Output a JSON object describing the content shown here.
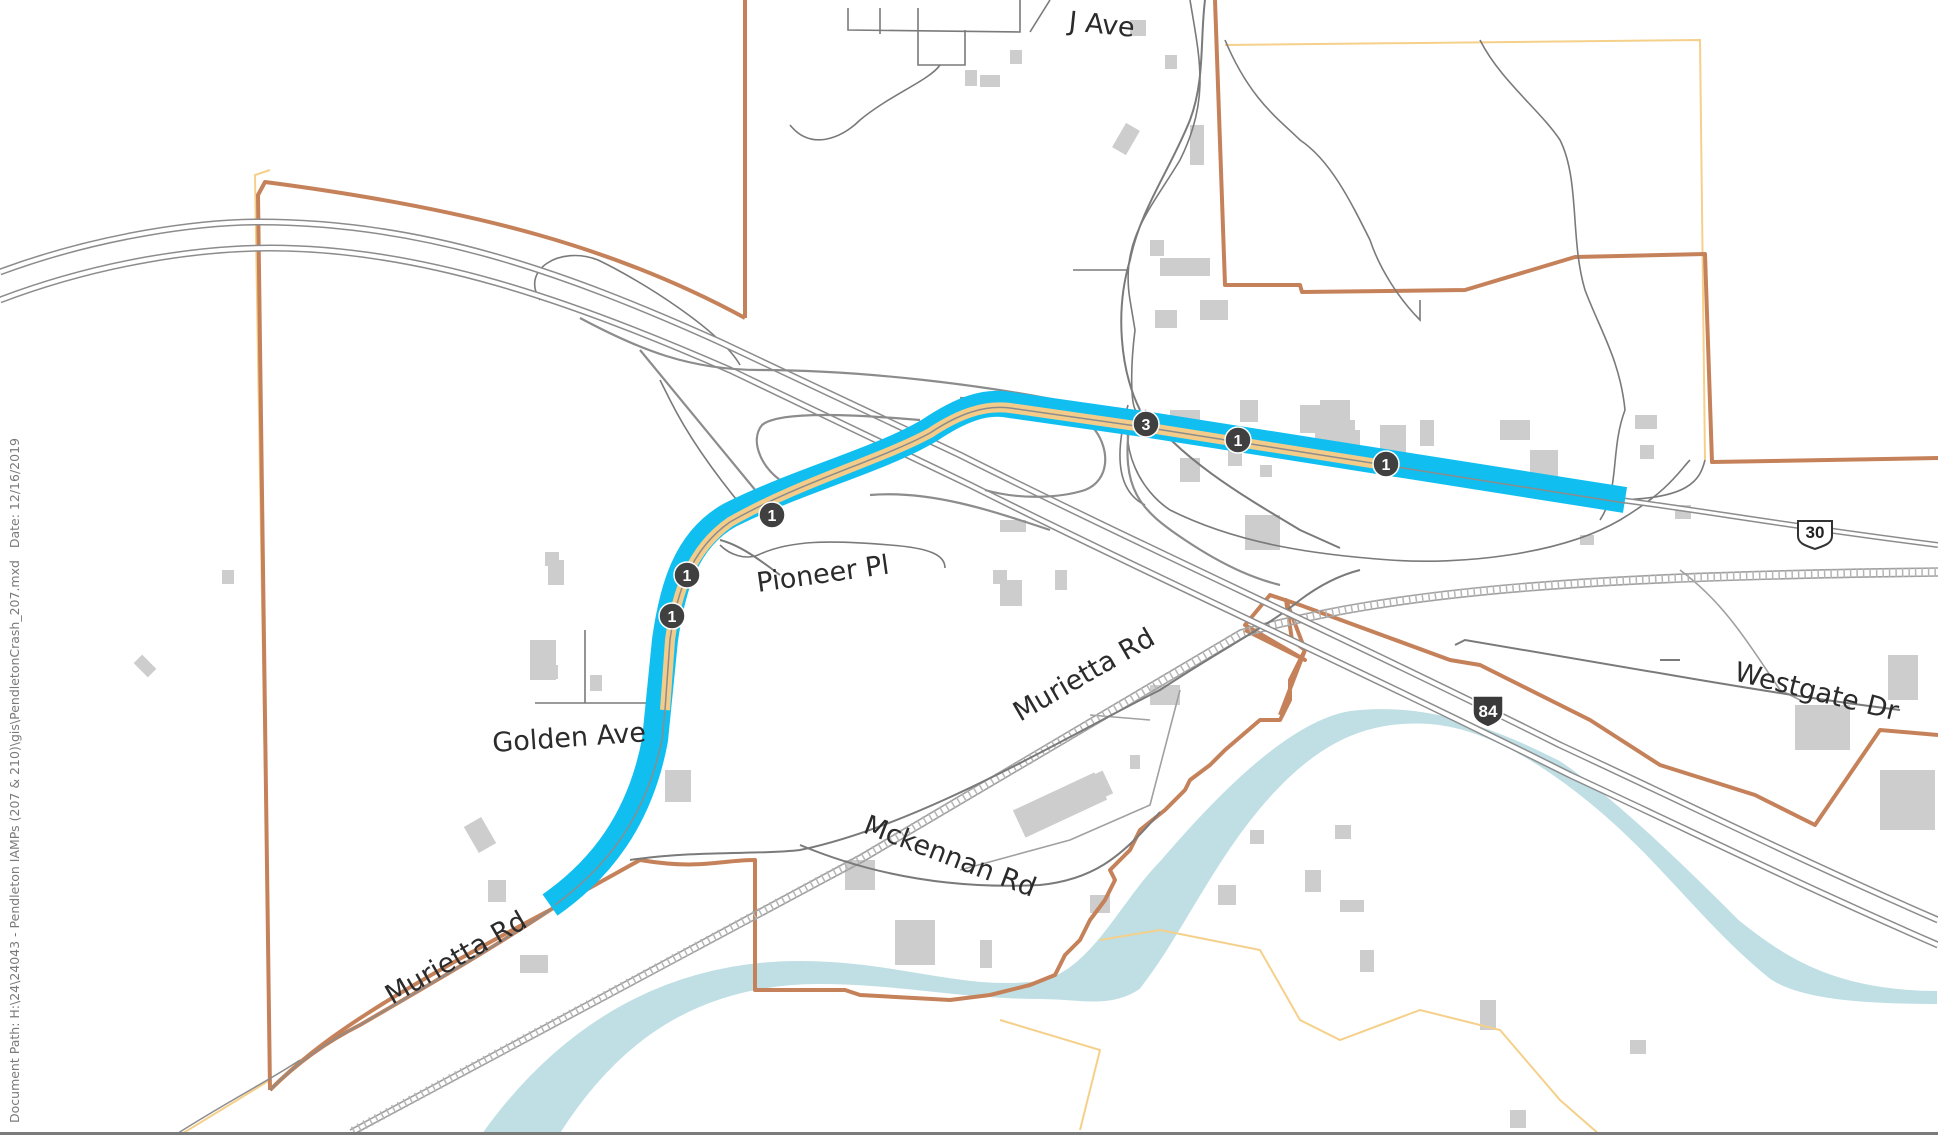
{
  "map": {
    "streets": {
      "j_ave": "J Ave",
      "pioneer_pl": "Pioneer Pl",
      "golden_ave": "Golden Ave",
      "murietta_rd_north": "Murietta Rd",
      "murietta_rd_south": "Murietta Rd",
      "mckennan_rd": "Mckennan Rd",
      "westgate_dr": "Westgate Dr"
    },
    "route_shields": {
      "us30": "30",
      "i84": "84"
    },
    "crash_markers": [
      {
        "id": "m1",
        "count": "1"
      },
      {
        "id": "m2",
        "count": "1"
      },
      {
        "id": "m3",
        "count": "1"
      },
      {
        "id": "m4",
        "count": "3"
      },
      {
        "id": "m5",
        "count": "1"
      },
      {
        "id": "m6",
        "count": "1"
      }
    ],
    "colors": {
      "highlight_corridor": "#10bff0",
      "corridor_core": "#f3cc8a",
      "city_limits": "#c5825a",
      "ugb_boundary": "#f5d08a",
      "river": "#bfdfe4",
      "road": "#7a7a7a",
      "building": "#cdcdcd",
      "marker": "#404040"
    }
  },
  "footer": {
    "document_path": "Document Path: H:\\24\\24043 - Pendleton IAMPs (207 & 210)\\gis\\PendletonCrash_207.mxd",
    "date": "Date: 12/16/2019"
  }
}
